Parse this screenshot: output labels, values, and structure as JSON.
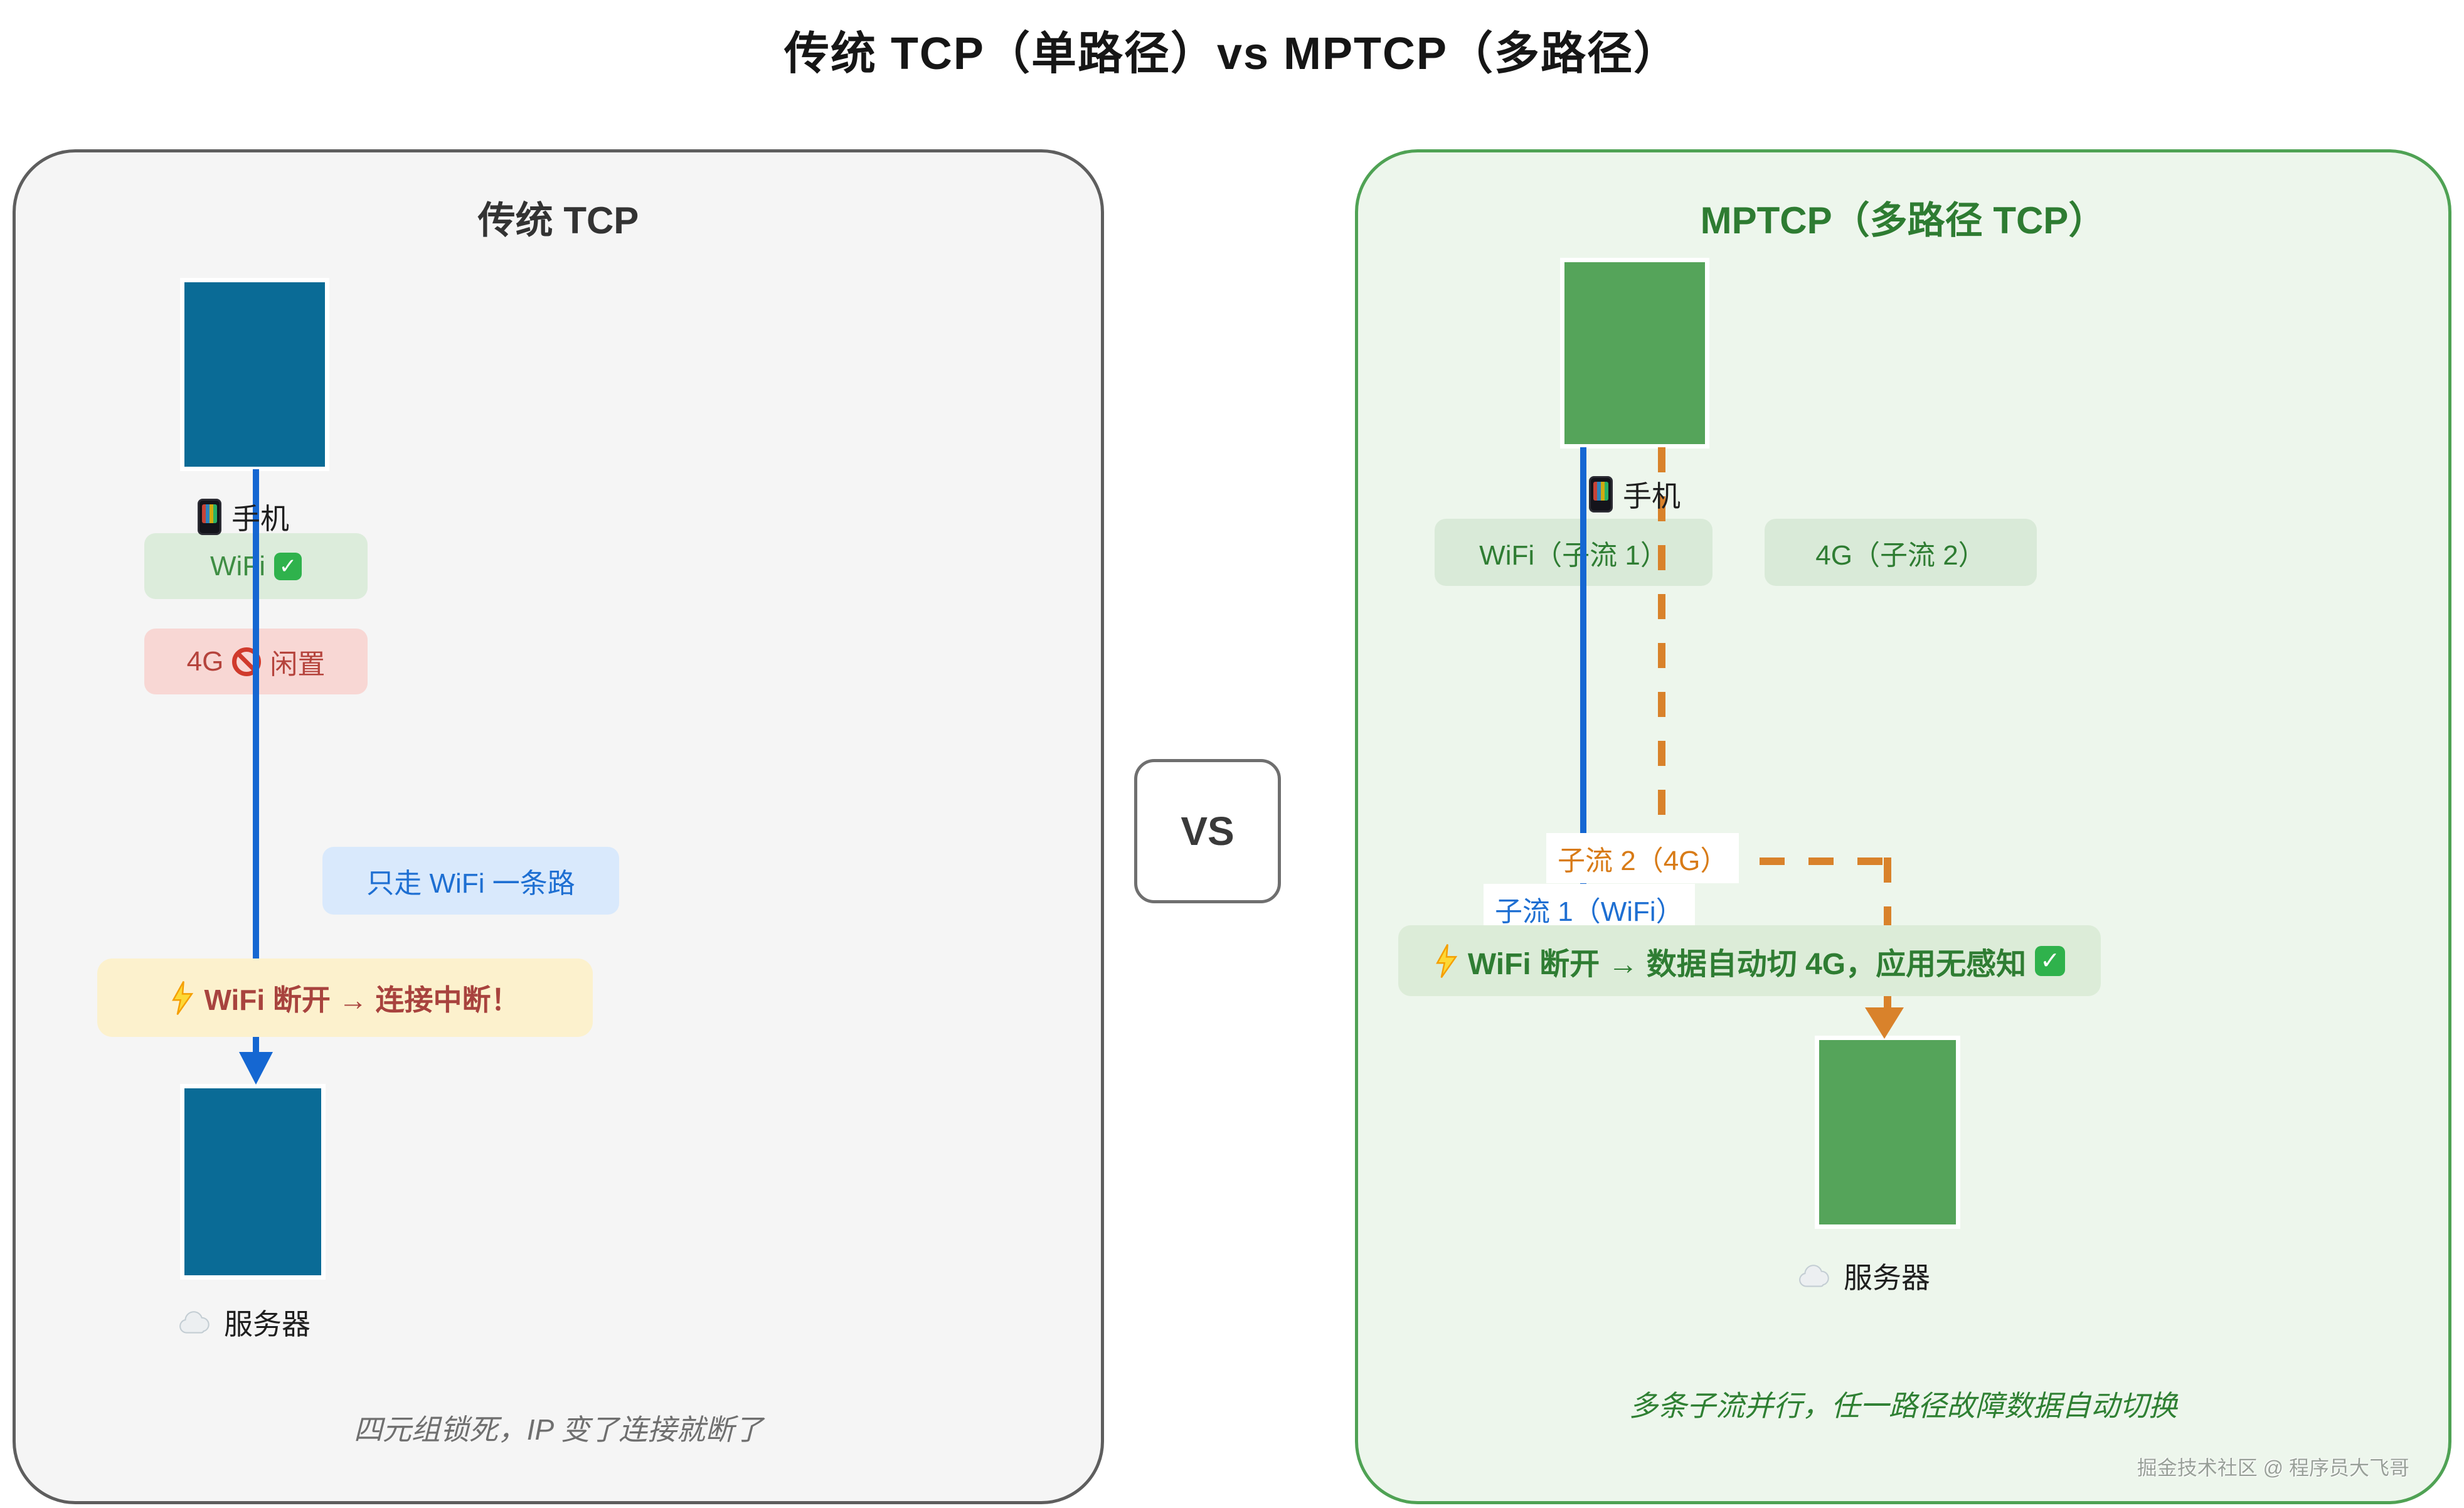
{
  "page": {
    "title": "传统 TCP（单路径）vs MPTCP（多路径）",
    "vs_label": "VS"
  },
  "left_panel": {
    "title": "传统 TCP",
    "phone_label": "手机",
    "server_label": "服务器",
    "wifi_badge_text": "WiFi",
    "idle_badge_prefix": "4G",
    "idle_badge_suffix": "闲置",
    "path_badge": "只走 WiFi 一条路",
    "warning_badge": "WiFi 断开 → 连接中断！",
    "caption": "四元组锁死，IP 变了连接就断了"
  },
  "right_panel": {
    "title": "MPTCP（多路径 TCP）",
    "phone_label": "手机",
    "server_label": "服务器",
    "wifi_subflow_badge": "WiFi（子流 1）",
    "g4_subflow_badge": "4G（子流 2）",
    "subflow2_label": "子流 2（4G）",
    "subflow1_label": "子流 1（WiFi）",
    "success_badge": "WiFi 断开 → 数据自动切 4G，应用无感知",
    "caption": "多条子流并行，任一路径故障数据自动切换",
    "watermark": "掘金技术社区 @ 程序员大飞哥"
  },
  "glyphs": {
    "check": "✓"
  },
  "icons": {
    "phone-icon": "📱",
    "cloud-icon": "☁️",
    "check-icon": "✅",
    "prohibited-icon": "🚫",
    "zap-icon": "⚡",
    "arrow-down-icon": "▼"
  },
  "colors": {
    "node_blue": "#0a6b96",
    "node_green": "#55a45a",
    "line_blue": "#1567d2",
    "line_orange": "#d9822b",
    "left_panel_bg": "#f5f5f5",
    "left_panel_border": "#5e5e5e",
    "right_panel_bg": "#edf6ec",
    "right_panel_border": "#4fa254",
    "warn_bg": "#fcf1cd",
    "warn_text": "#a8433e",
    "success_bg": "#dcecd8",
    "success_text": "#2f7d33"
  }
}
